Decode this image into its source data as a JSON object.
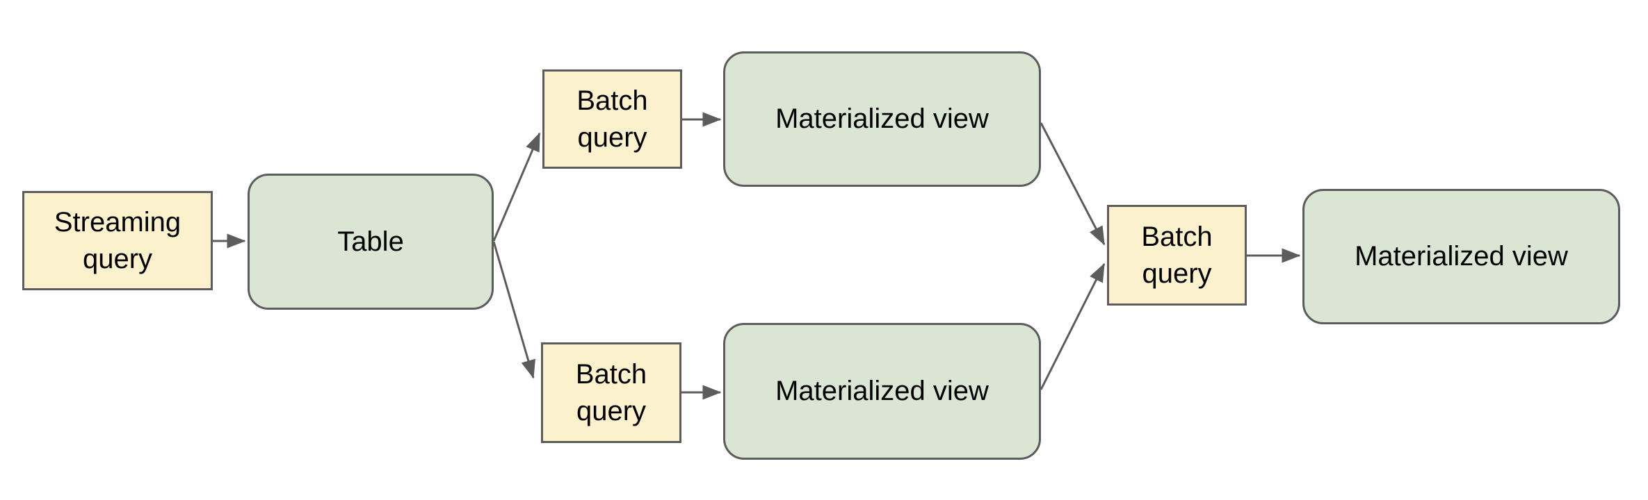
{
  "diagram": {
    "nodes": [
      {
        "id": "streaming-query",
        "label": "Streaming query",
        "kind": "query"
      },
      {
        "id": "table",
        "label": "Table",
        "kind": "store"
      },
      {
        "id": "batch-query-top",
        "label": "Batch query",
        "kind": "query"
      },
      {
        "id": "materialized-view-top",
        "label": "Materialized view",
        "kind": "store"
      },
      {
        "id": "batch-query-bottom",
        "label": "Batch query",
        "kind": "query"
      },
      {
        "id": "materialized-view-bottom",
        "label": "Materialized view",
        "kind": "store"
      },
      {
        "id": "batch-query-merge",
        "label": "Batch query",
        "kind": "query"
      },
      {
        "id": "materialized-view-final",
        "label": "Materialized view",
        "kind": "store"
      }
    ],
    "edges": [
      {
        "from": "streaming-query",
        "to": "table"
      },
      {
        "from": "table",
        "to": "batch-query-top"
      },
      {
        "from": "table",
        "to": "batch-query-bottom"
      },
      {
        "from": "batch-query-top",
        "to": "materialized-view-top"
      },
      {
        "from": "batch-query-bottom",
        "to": "materialized-view-bottom"
      },
      {
        "from": "materialized-view-top",
        "to": "batch-query-merge"
      },
      {
        "from": "materialized-view-bottom",
        "to": "batch-query-merge"
      },
      {
        "from": "batch-query-merge",
        "to": "materialized-view-final"
      }
    ],
    "palette": {
      "query_fill": "#FBF1CD",
      "store_fill": "#DBE5D3",
      "stroke": "#5C5C5C",
      "text": "#000000",
      "background": "#FFFFFF"
    }
  }
}
